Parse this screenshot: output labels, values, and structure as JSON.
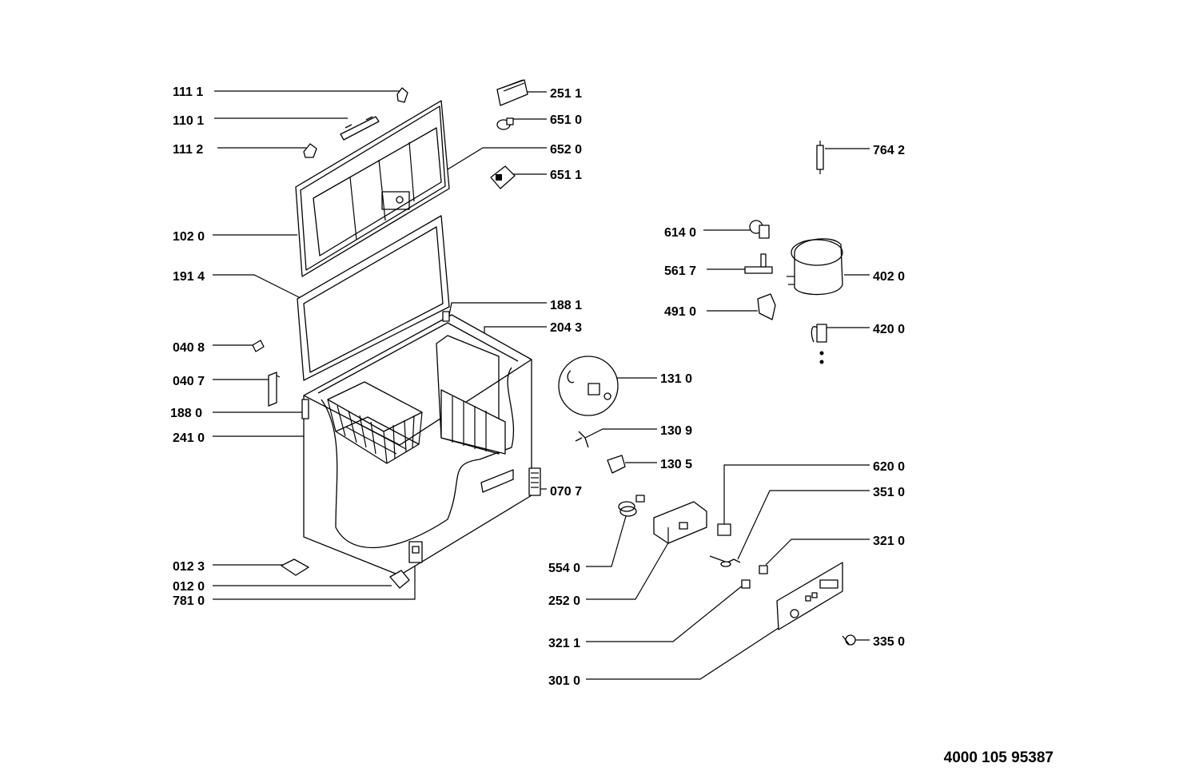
{
  "document_number": "4000 105 95387",
  "labels": {
    "l1111": "111 1",
    "l1101": "110 1",
    "l1112": "111 2",
    "l1020": "102 0",
    "l1914": "191 4",
    "l0408": "040 8",
    "l0407": "040 7",
    "l1880": "188 0",
    "l2410": "241 0",
    "l0123": "012 3",
    "l0120": "012 0",
    "l7810": "781 0",
    "l2511": "251 1",
    "l6510": "651 0",
    "l6520": "652 0",
    "l6511": "651 1",
    "l1881": "188 1",
    "l2043": "204 3",
    "l1310": "131 0",
    "l1309": "130 9",
    "l1305": "130 5",
    "l0707": "070 7",
    "l5540": "554 0",
    "l2520": "252 0",
    "l3211": "321 1",
    "l3010": "301 0",
    "l7642": "764 2",
    "l6140": "614 0",
    "l5617": "561 7",
    "l4910": "491 0",
    "l4020": "402 0",
    "l4200": "420 0",
    "l6200": "620 0",
    "l3510": "351 0",
    "l3210": "321 0",
    "l3350": "335 0"
  }
}
